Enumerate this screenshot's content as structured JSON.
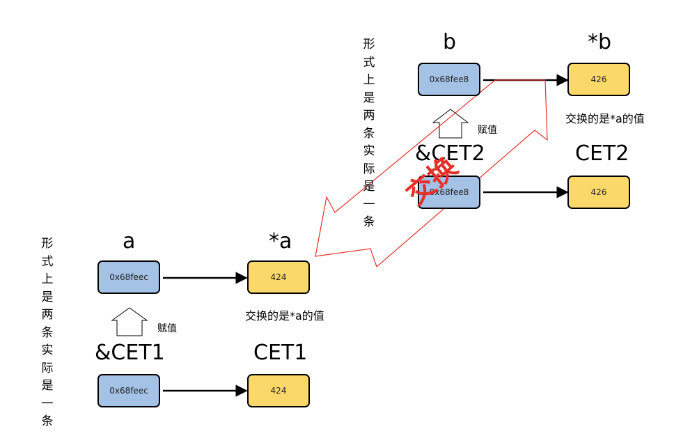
{
  "vertical_note": "形式上是两条实际是一条",
  "assign_label": "赋值",
  "swap_label": "交换",
  "swap_note": "交换的是*a的值",
  "left": {
    "pointer_label": "a",
    "deref_label": "*a",
    "ref_label": "&CET1",
    "var_label": "CET1",
    "pointer_addr": "0x68feec",
    "deref_value": "424",
    "ref_addr": "0x68feec",
    "var_value": "424"
  },
  "right": {
    "pointer_label": "b",
    "deref_label": "*b",
    "ref_label": "&CET2",
    "var_label": "CET2",
    "pointer_addr": "0x68fee8",
    "deref_value": "426",
    "ref_addr": "0x68fee8",
    "var_value": "426"
  },
  "colors": {
    "pointer_box": "#a4c2e6",
    "value_box": "#fbd86a",
    "swap_arrow": "#e5302a"
  }
}
